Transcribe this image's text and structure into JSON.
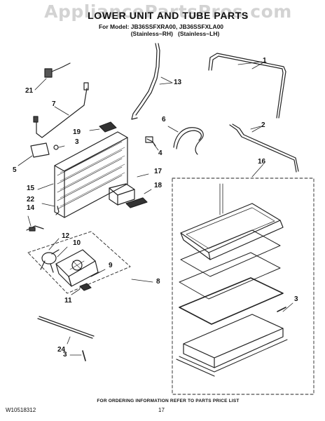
{
  "watermark": "AppliancePartsPros.com",
  "header": {
    "title": "LOWER UNIT AND TUBE PARTS",
    "model_line": "For Model: JB36SSFXRA00, JB36SSFXLA00",
    "variant_rh": "(Stainless~RH)",
    "variant_lh": "(Stainless~LH)"
  },
  "callouts": {
    "c1": "1",
    "c2": "2",
    "c3a": "3",
    "c3b": "3",
    "c3c": "3",
    "c4": "4",
    "c5": "5",
    "c6": "6",
    "c7": "7",
    "c8": "8",
    "c9": "9",
    "c10": "10",
    "c11": "11",
    "c12": "12",
    "c13": "13",
    "c14": "14",
    "c15": "15",
    "c16": "16",
    "c17": "17",
    "c18": "18",
    "c19": "19",
    "c21": "21",
    "c22": "22",
    "c24": "24"
  },
  "footer": {
    "order_info": "FOR ORDERING INFORMATION REFER TO PARTS PRICE LIST",
    "doc_code": "W10518312",
    "page_number": "17"
  }
}
